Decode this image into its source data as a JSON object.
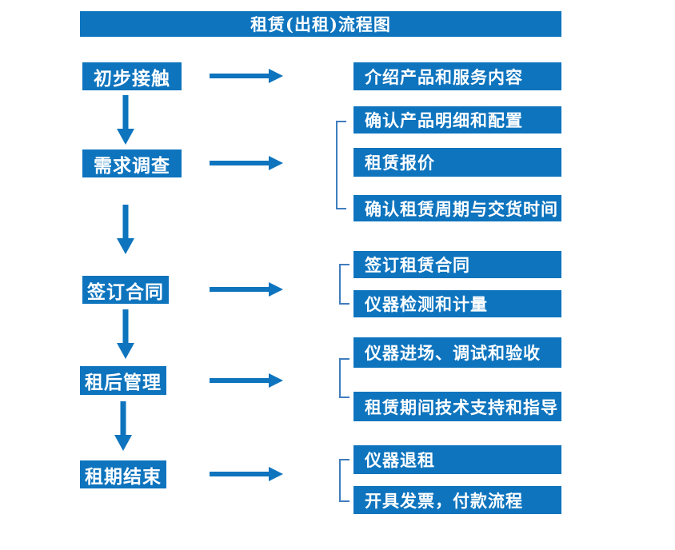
{
  "title": "租赁(出租)流程图",
  "colors": {
    "primary_blue": "#0e74be",
    "bracket_blue": "#3f7dbe",
    "text_white": "#ffffff",
    "background": "#ffffff"
  },
  "stages": [
    {
      "label": "初步接触",
      "details": [
        "介绍产品和服务内容"
      ]
    },
    {
      "label": "需求调查",
      "details": [
        "确认产品明细和配置",
        "租赁报价",
        "确认租赁周期与交货时间"
      ]
    },
    {
      "label": "签订合同",
      "details": [
        "签订租赁合同",
        "仪器检测和计量"
      ]
    },
    {
      "label": "租后管理",
      "details": [
        "仪器进场、调试和验收",
        "租赁期间技术支持和指导"
      ]
    },
    {
      "label": "租期结束",
      "details": [
        "仪器退租",
        "开具发票，付款流程"
      ]
    }
  ]
}
